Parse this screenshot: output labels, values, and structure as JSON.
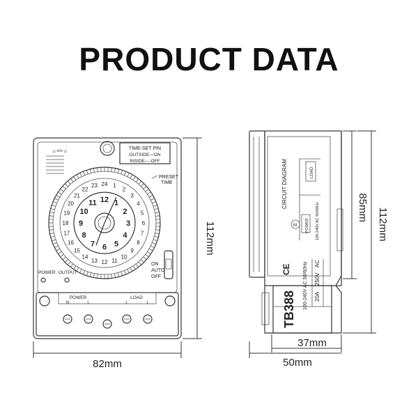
{
  "title": "PRODUCT DATA",
  "front": {
    "time_set": [
      "TIME-SET PIN",
      "OUTSIDE---ON",
      "INSIDE----OFF"
    ],
    "preset": [
      "PRESET",
      "TIME"
    ],
    "switch_labels": [
      "ON",
      "AUTO",
      "OFF"
    ],
    "led_labels": [
      "POWER",
      "OUTPUT"
    ],
    "terminal_header": [
      "POWER",
      "LOAD"
    ],
    "terminal_marks": [
      "N",
      "L",
      "L",
      "L"
    ],
    "outer_ring": [
      "1",
      "2",
      "3",
      "4",
      "5",
      "6",
      "7",
      "8",
      "9",
      "10",
      "11",
      "12",
      "13",
      "14",
      "15",
      "16",
      "17",
      "18",
      "19",
      "20",
      "21",
      "22",
      "23",
      "24"
    ],
    "inner_ring": [
      "12",
      "1",
      "2",
      "3",
      "4",
      "5",
      "6",
      "7",
      "8",
      "9",
      "10",
      "11"
    ]
  },
  "side": {
    "model": "TB388",
    "circuit_label": "CIRCUIT DIAGRAM",
    "load_label": "LOAD",
    "power_label": "POWER",
    "voltage": "100-240V AC 50/60Hz",
    "rating_left": "20A",
    "rating_mid": "250V",
    "rating_right": "AC",
    "ce": "CE"
  },
  "dimensions": {
    "front_width": "82mm",
    "front_height": "112mm",
    "side_inner_height": "85mm",
    "side_height": "112mm",
    "side_inner_width": "37mm",
    "side_width": "50mm"
  }
}
